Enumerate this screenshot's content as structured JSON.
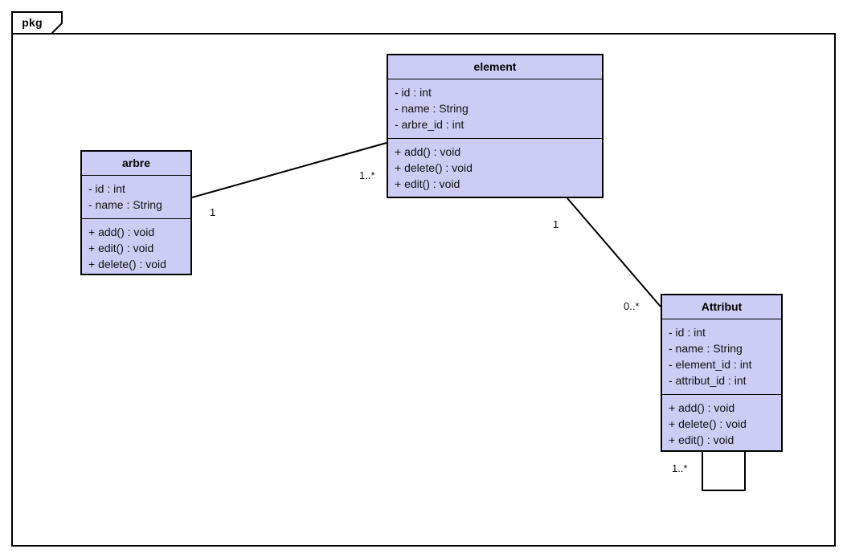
{
  "diagram": {
    "type": "uml-class-diagram",
    "package_label": "pkg",
    "background_color": "#ffffff",
    "class_fill_color": "#ccccf5",
    "class_border_color": "#000000",
    "connector_color": "#000000"
  },
  "classes": [
    {
      "id": "arbre",
      "name": "arbre",
      "attributes": [
        "- id : int",
        "- name : String"
      ],
      "operations": [
        "+ add() : void",
        "+ edit() : void",
        "+ delete() : void"
      ]
    },
    {
      "id": "element",
      "name": "element",
      "attributes": [
        "- id : int",
        "- name : String",
        "- arbre_id : int"
      ],
      "operations": [
        "+ add() : void",
        "+ delete() : void",
        "+ edit() : void"
      ]
    },
    {
      "id": "attribut",
      "name": "Attribut",
      "attributes": [
        "- id : int",
        "- name : String",
        "- element_id : int",
        "- attribut_id : int"
      ],
      "operations": [
        "+ add() : void",
        "+ delete() : void",
        "+ edit() : void"
      ]
    }
  ],
  "associations": [
    {
      "id": "arbre-element",
      "source": "arbre",
      "target": "element",
      "source_multiplicity": "1",
      "target_multiplicity": "1..*"
    },
    {
      "id": "element-attribut",
      "source": "element",
      "target": "attribut",
      "source_multiplicity": "1",
      "target_multiplicity": "0..*"
    },
    {
      "id": "attribut-self",
      "source": "attribut",
      "target": "attribut",
      "source_multiplicity": "1..*",
      "target_multiplicity": ""
    }
  ]
}
